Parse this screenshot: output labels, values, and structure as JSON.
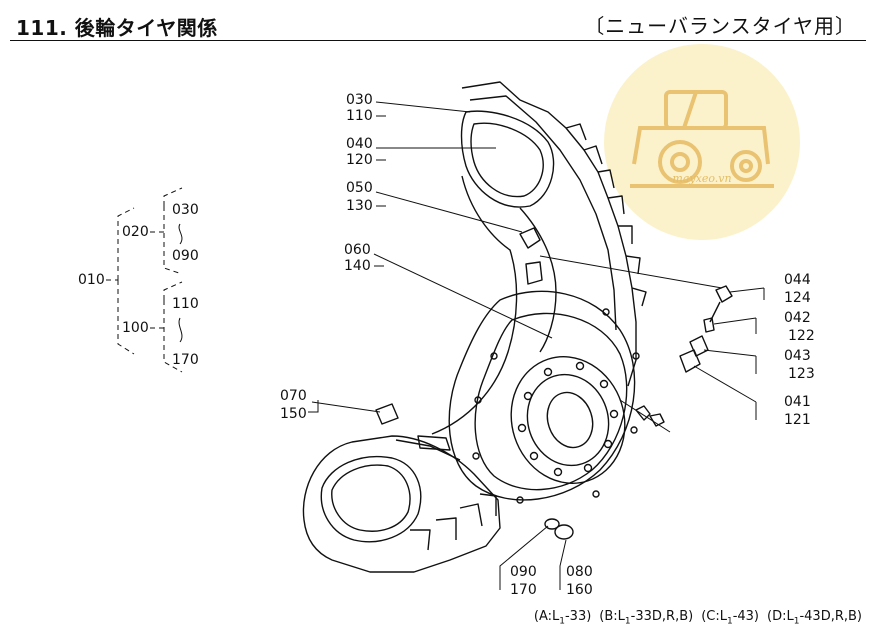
{
  "header": {
    "title": "111. 後輪タイヤ関係",
    "subtitle": "〔ニューバランスタイヤ用〕"
  },
  "watermark": {
    "text": "mayxeo.vn",
    "color": "#fbf0c3",
    "accent": "#e0b24a",
    "icon": "tractor-icon"
  },
  "tree": {
    "root": "010",
    "branches": [
      {
        "code": "020",
        "from": "030",
        "to": "090"
      },
      {
        "code": "100",
        "from": "110",
        "to": "170"
      }
    ]
  },
  "callouts": {
    "c030": "030",
    "c110": "110",
    "c040": "040",
    "c120": "120",
    "c050": "050",
    "c130": "130",
    "c060": "060",
    "c140": "140",
    "c070": "070",
    "c150": "150",
    "c044": "044",
    "c124": "124",
    "c042": "042",
    "c122": "122",
    "c043": "043",
    "c123": "123",
    "c041": "041",
    "c121": "121",
    "c090": "090",
    "c170": "170",
    "c080": "080",
    "c160": "160"
  },
  "footer": {
    "a": "(A:L",
    "a_sub": "1",
    "a_end": "-33)",
    "b": "(B:L",
    "b_sub": "1",
    "b_end": "-33D,R,B)",
    "c": "(C:L",
    "c_sub": "1",
    "c_end": "-43)",
    "d": "(D:L",
    "d_sub": "1",
    "d_end": "-43D,R,B)"
  }
}
